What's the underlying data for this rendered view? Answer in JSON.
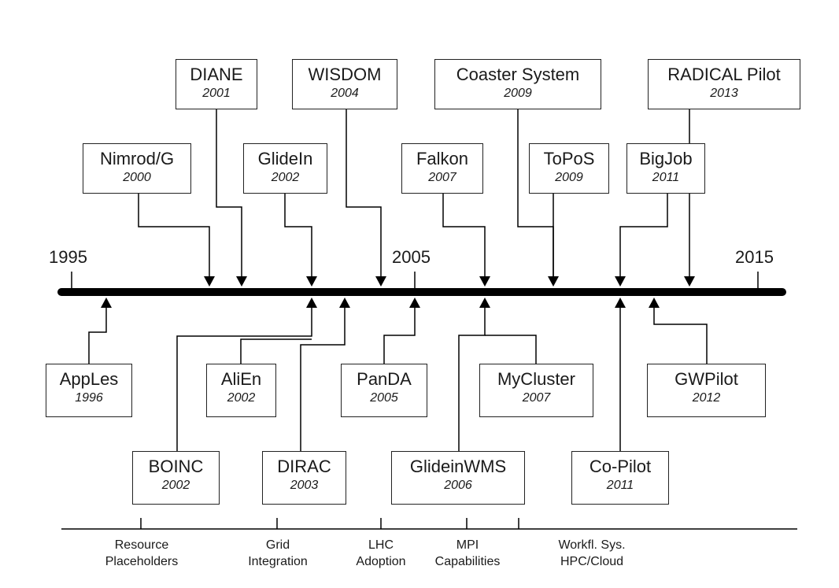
{
  "timeline": {
    "year_labels": [
      {
        "year": 1995,
        "text": "1995"
      },
      {
        "year": 2005,
        "text": "2005"
      },
      {
        "year": 2015,
        "text": "2015"
      }
    ]
  },
  "systems_above": [
    {
      "name": "Nimrod/G",
      "year": "2000"
    },
    {
      "name": "DIANE",
      "year": "2001"
    },
    {
      "name": "GlideIn",
      "year": "2002"
    },
    {
      "name": "WISDOM",
      "year": "2004"
    },
    {
      "name": "Falkon",
      "year": "2007"
    },
    {
      "name": "Coaster System",
      "year": "2009"
    },
    {
      "name": "ToPoS",
      "year": "2009"
    },
    {
      "name": "BigJob",
      "year": "2011"
    },
    {
      "name": "RADICAL Pilot",
      "year": "2013"
    }
  ],
  "systems_below": [
    {
      "name": "AppLes",
      "year": "1996"
    },
    {
      "name": "AliEn",
      "year": "2002"
    },
    {
      "name": "PanDA",
      "year": "2005"
    },
    {
      "name": "MyCluster",
      "year": "2007"
    },
    {
      "name": "GWPilot",
      "year": "2012"
    },
    {
      "name": "BOINC",
      "year": "2002"
    },
    {
      "name": "DIRAC",
      "year": "2003"
    },
    {
      "name": "GlideinWMS",
      "year": "2006"
    },
    {
      "name": "Co-Pilot",
      "year": "2011"
    }
  ],
  "phases": [
    {
      "line1": "Resource",
      "line2": "Placeholders"
    },
    {
      "line1": "Grid",
      "line2": "Integration"
    },
    {
      "line1": "LHC",
      "line2": "Adoption"
    },
    {
      "line1": "MPI",
      "line2": "Capabilities"
    },
    {
      "line1": "Workfl. Sys.",
      "line2": "HPC/Cloud"
    }
  ],
  "colors": {
    "ink": "#000000",
    "box_border": "#222222",
    "background": "#ffffff"
  }
}
